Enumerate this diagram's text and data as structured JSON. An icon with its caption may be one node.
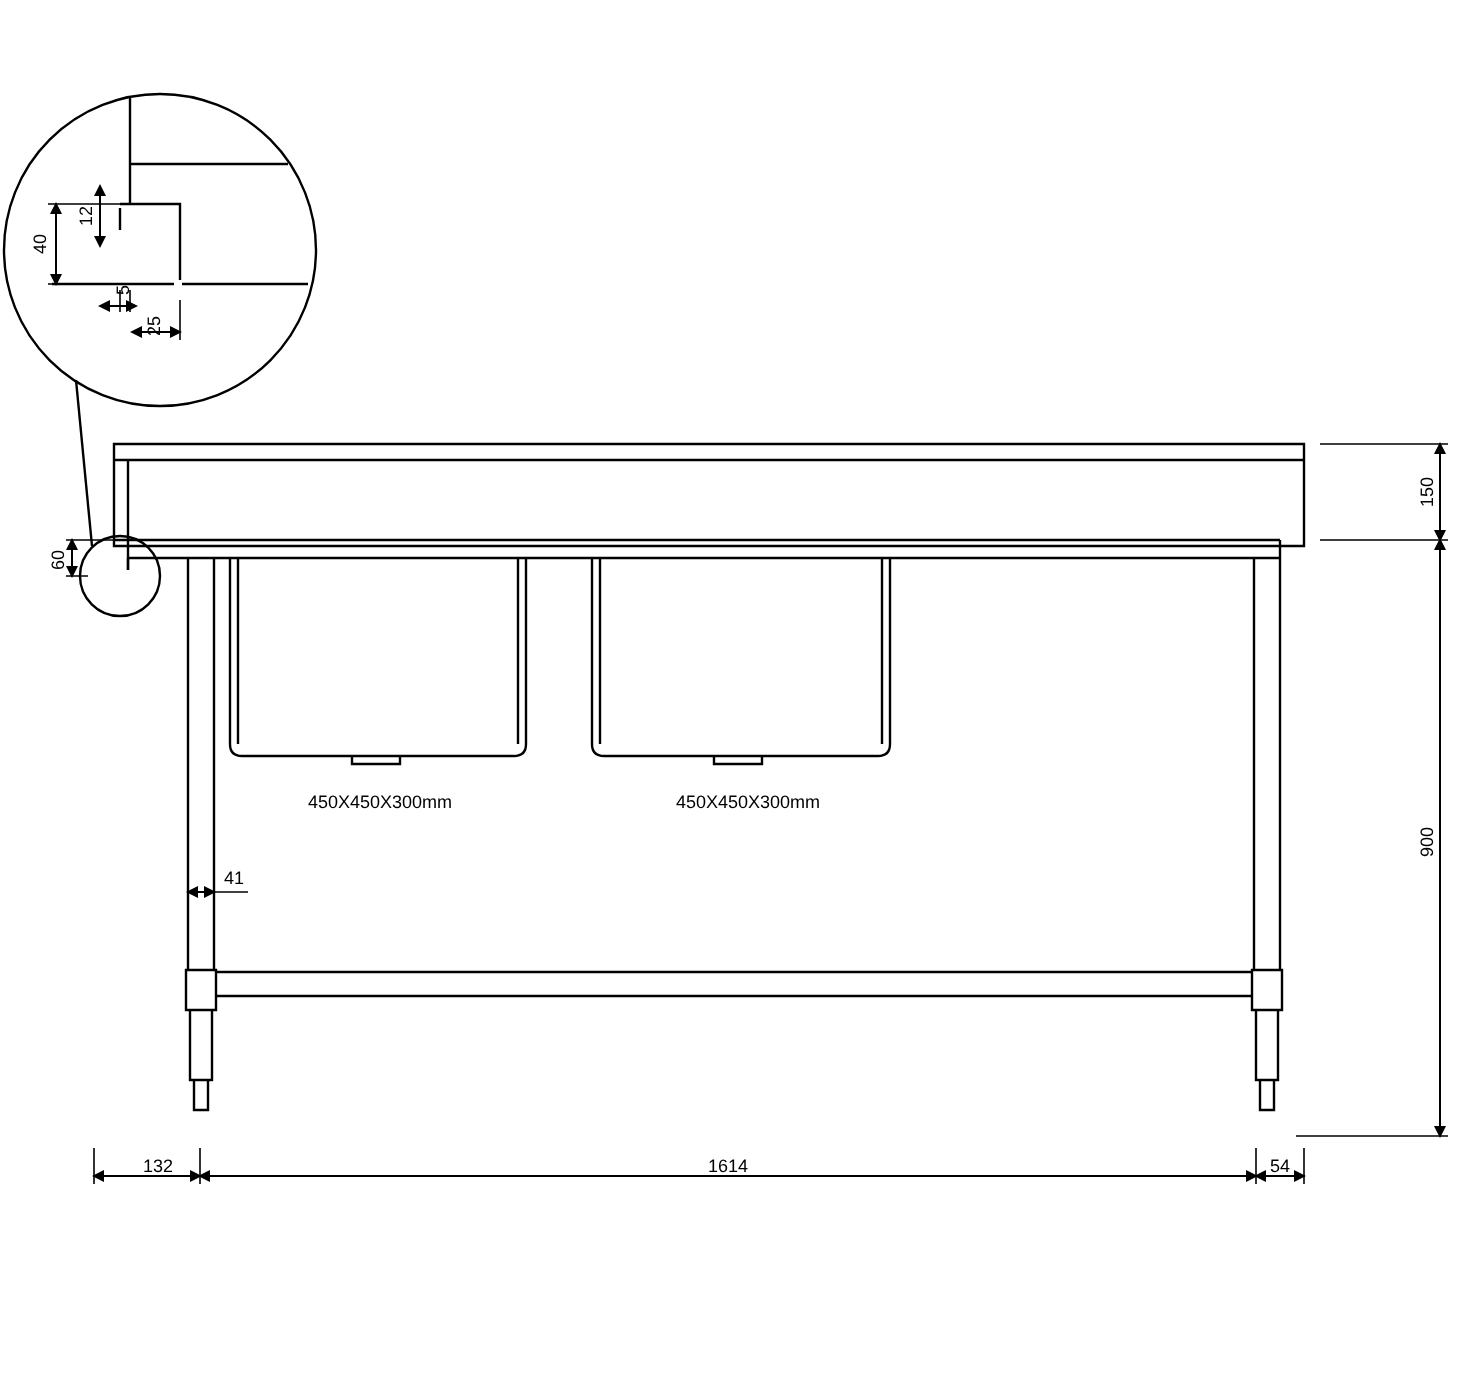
{
  "diagram": {
    "nodes": [
      {
        "text": [],
        "shape": "circle"
      },
      {
        "text": [],
        "shape": "circle"
      }
    ],
    "edges": [
      {
        "from": 0,
        "to": 1,
        "arrow": "none"
      }
    ],
    "labels": [
      "12",
      "40",
      "5",
      "25",
      "60",
      "150",
      "450X450X300mm",
      "450X450X300mm",
      "900",
      "41",
      "132",
      "1614",
      "54"
    ]
  }
}
